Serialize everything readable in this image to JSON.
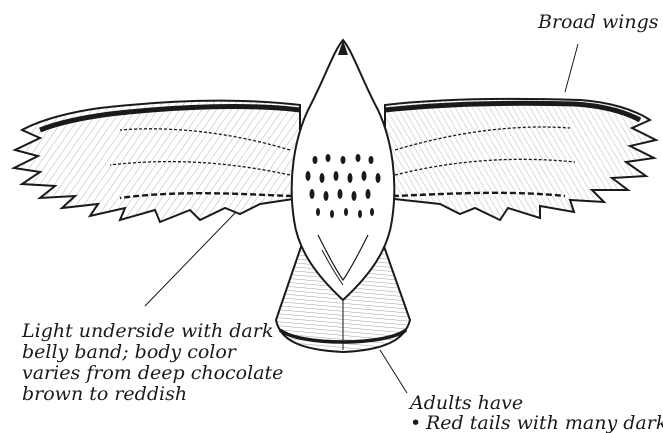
{
  "labels": {
    "wings": "Broad wings",
    "underside": [
      "Light underside with dark",
      "belly band; body color",
      "varies from deep chocolate",
      "brown to reddish"
    ],
    "adults": "Adults have",
    "adults_bullets": [
      "Red tails with many dark"
    ]
  },
  "colors": {
    "ink": "#1a1a1a",
    "background": "#ffffff"
  }
}
